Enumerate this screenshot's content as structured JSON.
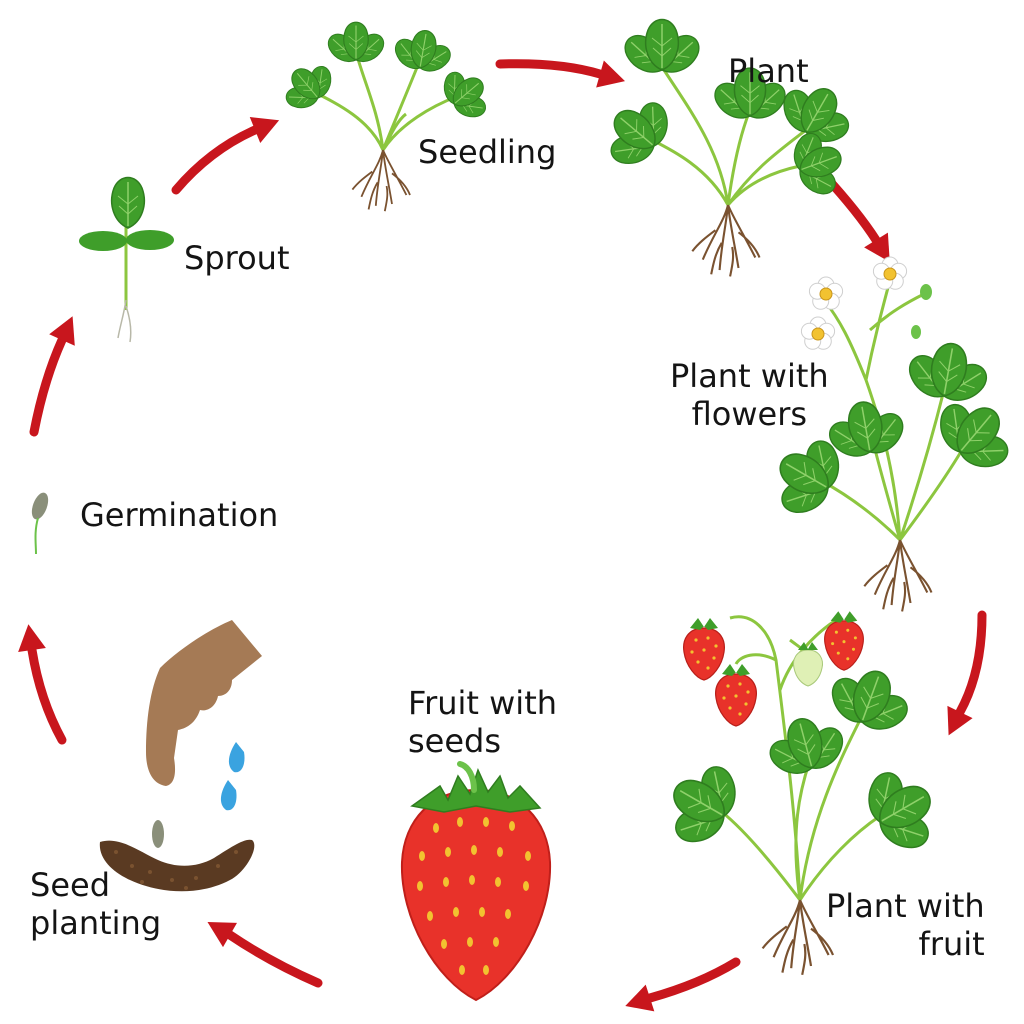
{
  "stages": {
    "seedling": [
      "Seedling"
    ],
    "plant": [
      "Plant"
    ],
    "plant_with_flowers": [
      "Plant with",
      "flowers"
    ],
    "plant_with_fruit": [
      "Plant with",
      "fruit"
    ],
    "fruit_with_seeds": [
      "Fruit with",
      "seeds"
    ],
    "seed_planting": [
      "Seed",
      "planting"
    ],
    "germination": [
      "Germination"
    ],
    "sprout": [
      "Sprout"
    ]
  },
  "colors": {
    "arrow": "#c8161d",
    "leaf": "#3f9e2a",
    "leaf_light": "#6cc24a",
    "stem": "#8cc63f",
    "root": "#7a5230",
    "strawberry": "#e8322a",
    "strawberry_seed": "#f2c230",
    "unripe_berry": "#dff0b5",
    "flower_petal": "#ffffff",
    "flower_center": "#f2c230",
    "soil": "#5a3a22",
    "seed": "#8a8f7a",
    "hand": "#a57a55",
    "water": "#3aa3e0"
  },
  "icons": [
    "arrow-icon",
    "leaf-icon",
    "root-icon",
    "flower-icon",
    "strawberry-icon",
    "hand-icon",
    "water-drop-icon",
    "seed-icon",
    "soil-icon"
  ]
}
